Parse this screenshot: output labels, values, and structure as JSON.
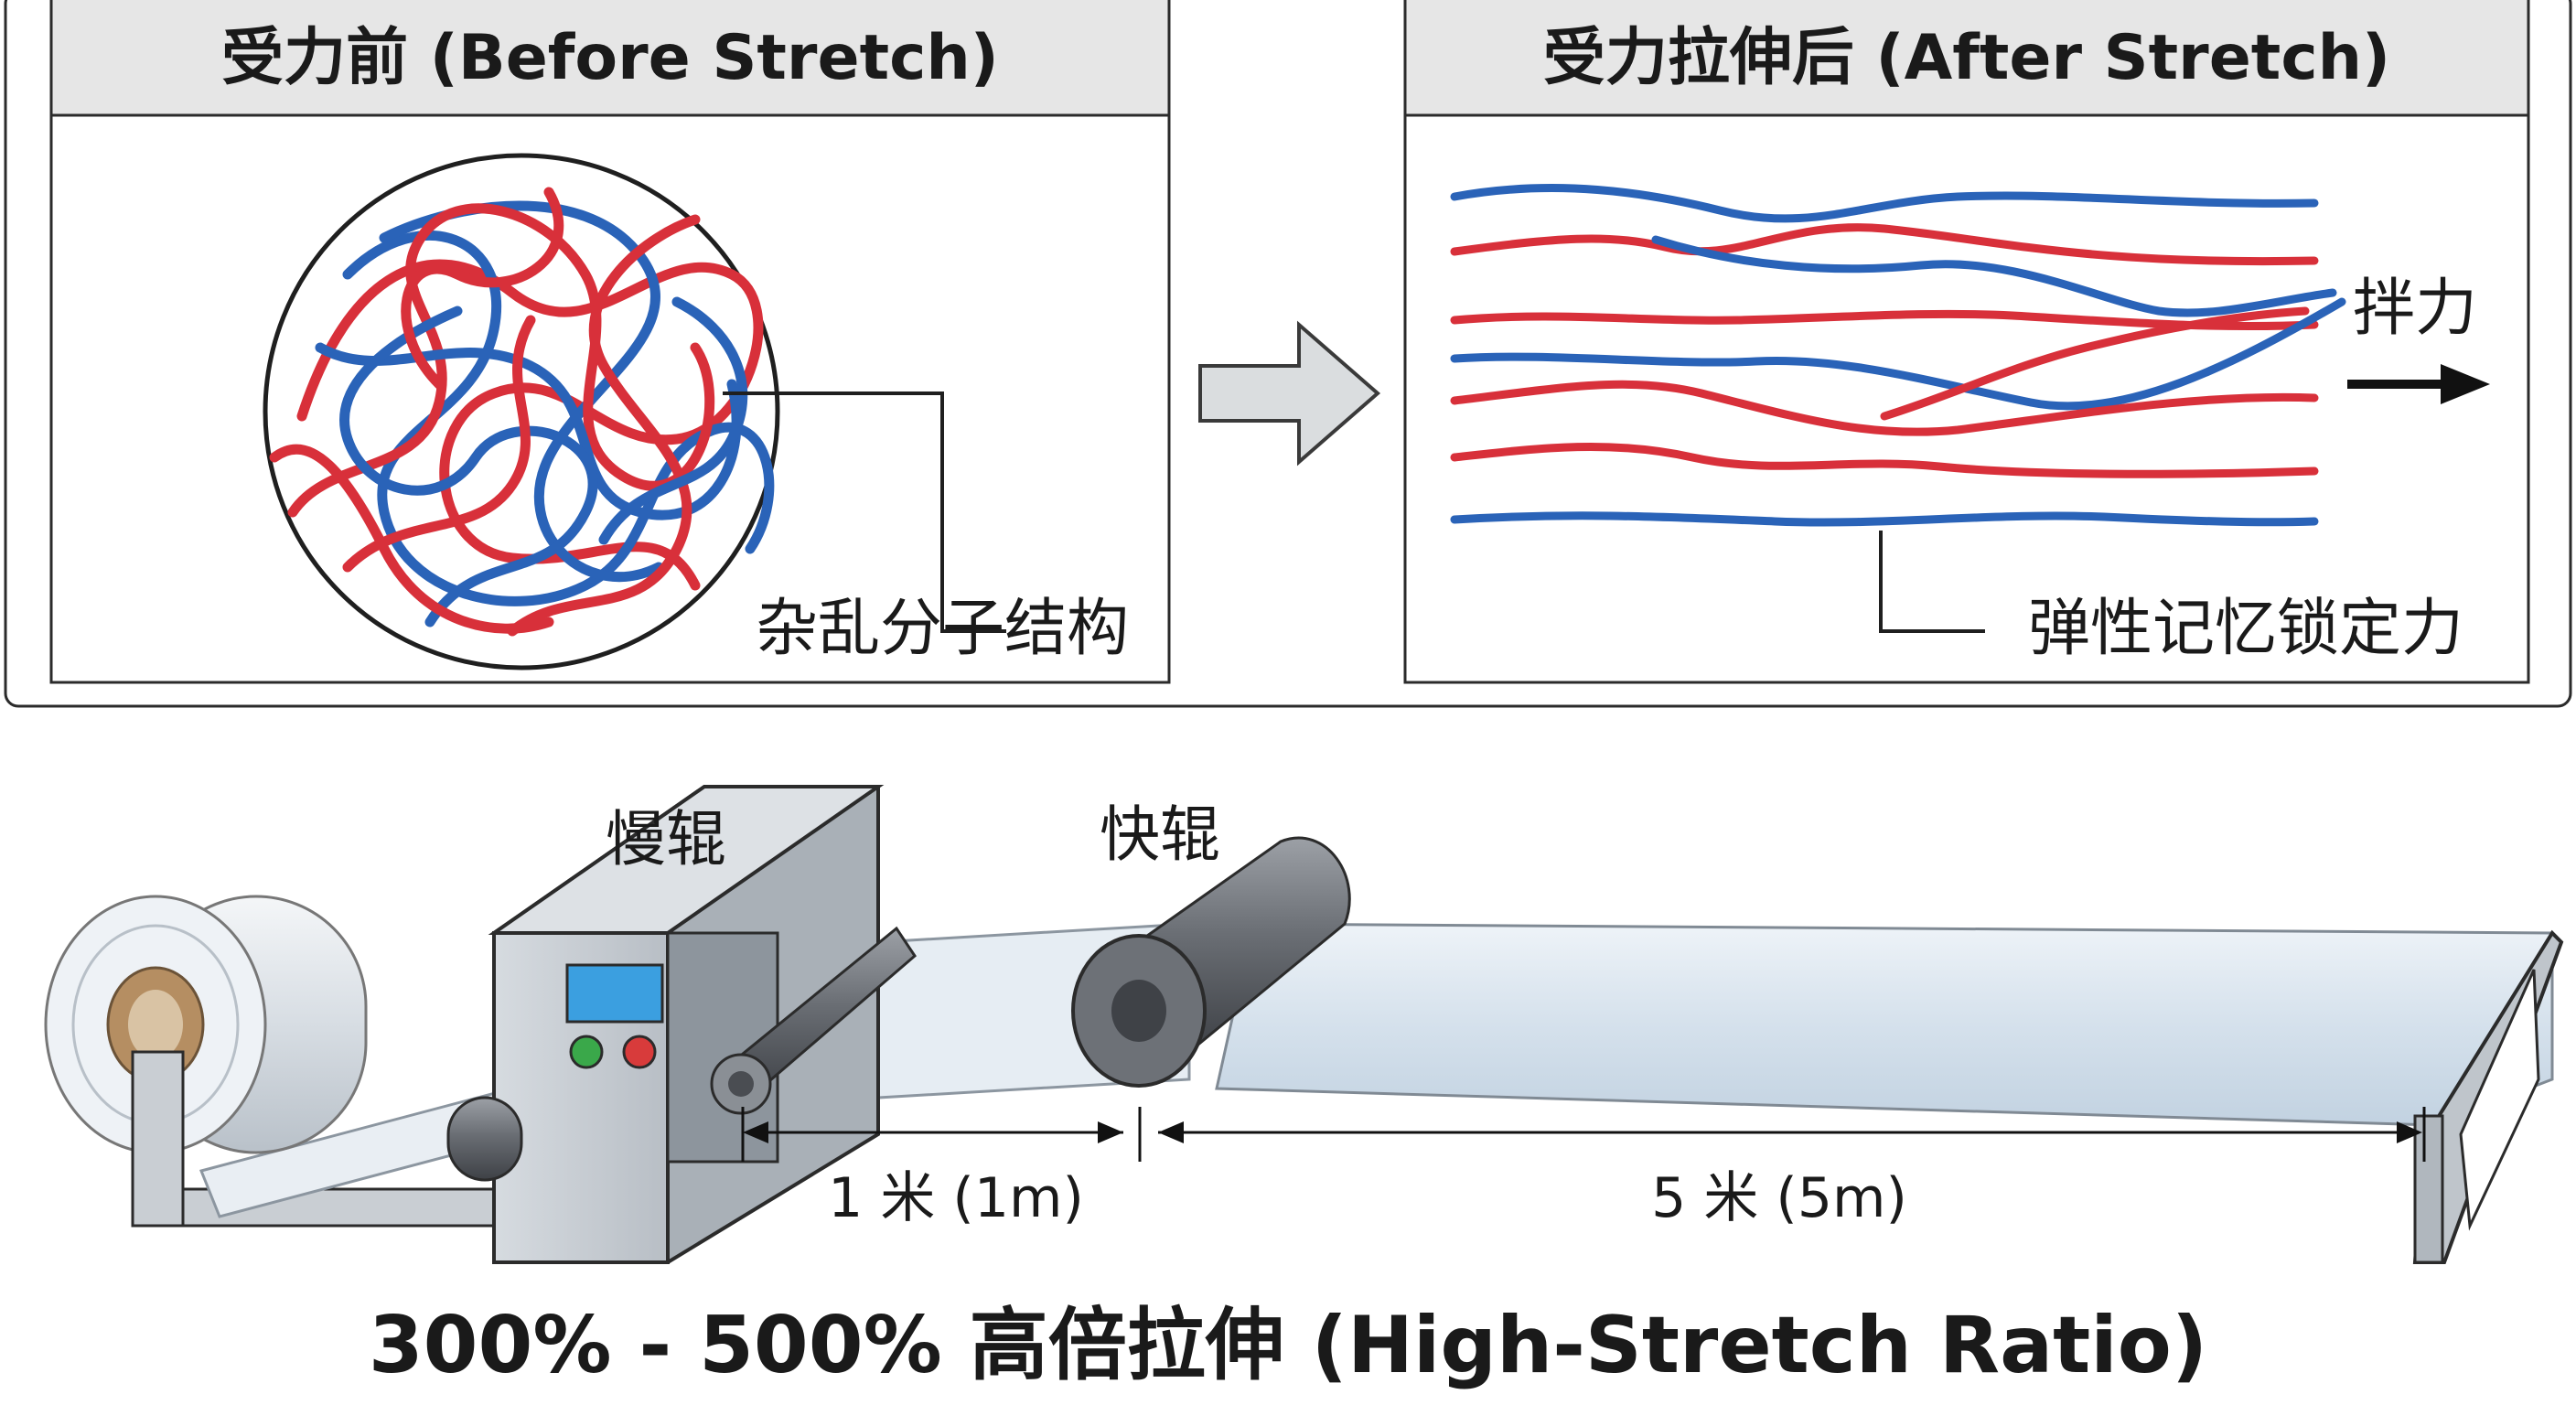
{
  "top": {
    "before_title": "受力前 (Before Stretch)",
    "after_title": "受力拉伸后 (After Stretch)",
    "before_callout": "杂乱分子结构",
    "after_callout": "弹性记忆锁定力",
    "force_label": "拌力"
  },
  "bottom": {
    "slow_roller": "慢辊",
    "fast_roller": "快辊",
    "dist_1": "1 米 (1m)",
    "dist_2": "5 米 (5m)",
    "ratio_caption": "300% - 500% 高倍拉伸 (High-Stretch Ratio)"
  },
  "colors": {
    "red_chain": "#d8303a",
    "blue_chain": "#2a63b8",
    "panel_header": "#e6e6e6",
    "machine_gray": "#c3c9cf",
    "roller_dark": "#5a5d62",
    "screen_blue": "#3b9fe0",
    "button_green": "#3aa84a",
    "button_red": "#d83b3b"
  },
  "icons": [
    "right-arrow-icon",
    "force-arrow-icon"
  ]
}
